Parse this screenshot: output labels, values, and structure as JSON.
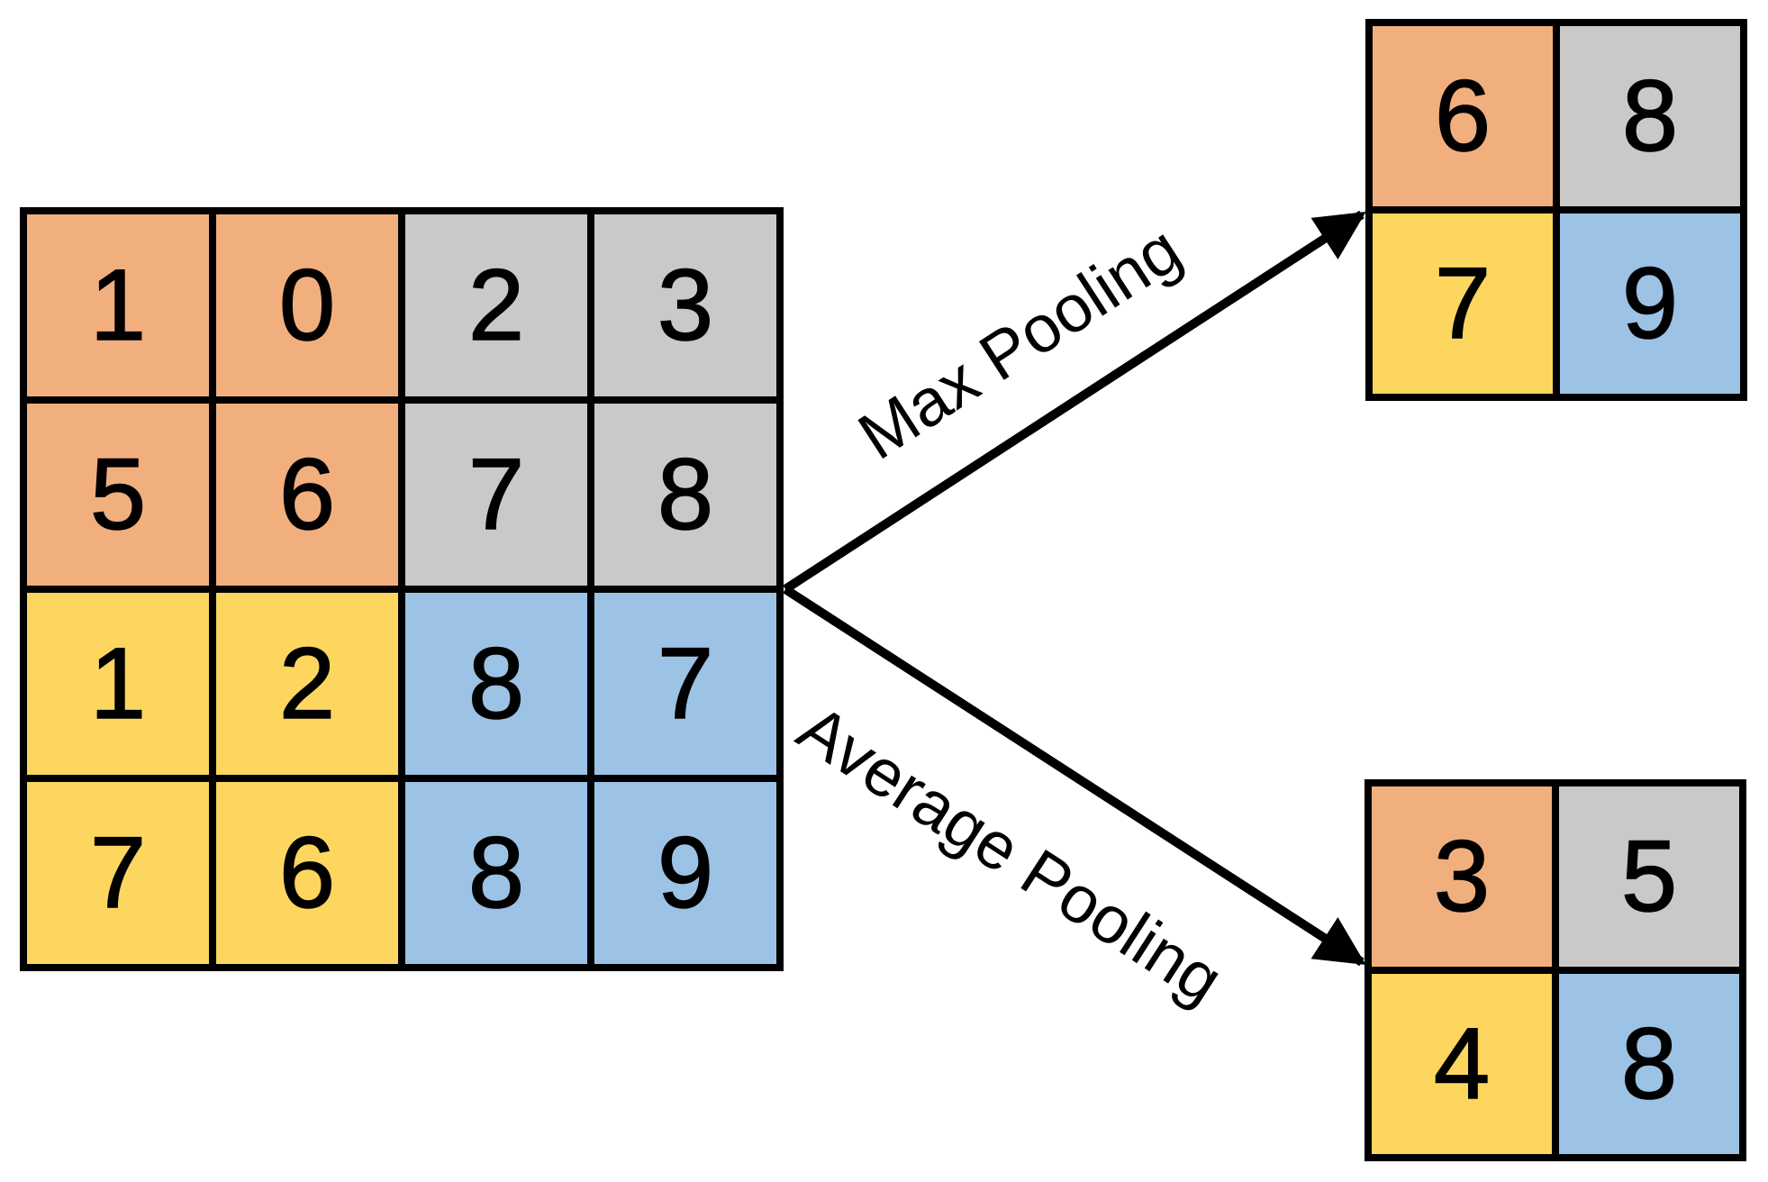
{
  "colors": {
    "orange": "#F2AF7E",
    "gray": "#C9C9C9",
    "yellow": "#FCD65F",
    "blue": "#9CC3E5",
    "line": "#000000",
    "text": "#000000",
    "background": "#FFFFFF"
  },
  "input_grid": {
    "rows": 4,
    "cols": 4,
    "cells": [
      {
        "value": "1",
        "color": "orange"
      },
      {
        "value": "0",
        "color": "orange"
      },
      {
        "value": "2",
        "color": "gray"
      },
      {
        "value": "3",
        "color": "gray"
      },
      {
        "value": "5",
        "color": "orange"
      },
      {
        "value": "6",
        "color": "orange"
      },
      {
        "value": "7",
        "color": "gray"
      },
      {
        "value": "8",
        "color": "gray"
      },
      {
        "value": "1",
        "color": "yellow"
      },
      {
        "value": "2",
        "color": "yellow"
      },
      {
        "value": "8",
        "color": "blue"
      },
      {
        "value": "7",
        "color": "blue"
      },
      {
        "value": "7",
        "color": "yellow"
      },
      {
        "value": "6",
        "color": "yellow"
      },
      {
        "value": "8",
        "color": "blue"
      },
      {
        "value": "9",
        "color": "blue"
      }
    ]
  },
  "max_pooling": {
    "label": "Max Pooling",
    "rows": 2,
    "cols": 2,
    "cells": [
      {
        "value": "6",
        "color": "orange"
      },
      {
        "value": "8",
        "color": "gray"
      },
      {
        "value": "7",
        "color": "yellow"
      },
      {
        "value": "9",
        "color": "blue"
      }
    ]
  },
  "average_pooling": {
    "label": "Average Pooling",
    "rows": 2,
    "cols": 2,
    "cells": [
      {
        "value": "3",
        "color": "orange"
      },
      {
        "value": "5",
        "color": "gray"
      },
      {
        "value": "4",
        "color": "yellow"
      },
      {
        "value": "8",
        "color": "blue"
      }
    ]
  }
}
